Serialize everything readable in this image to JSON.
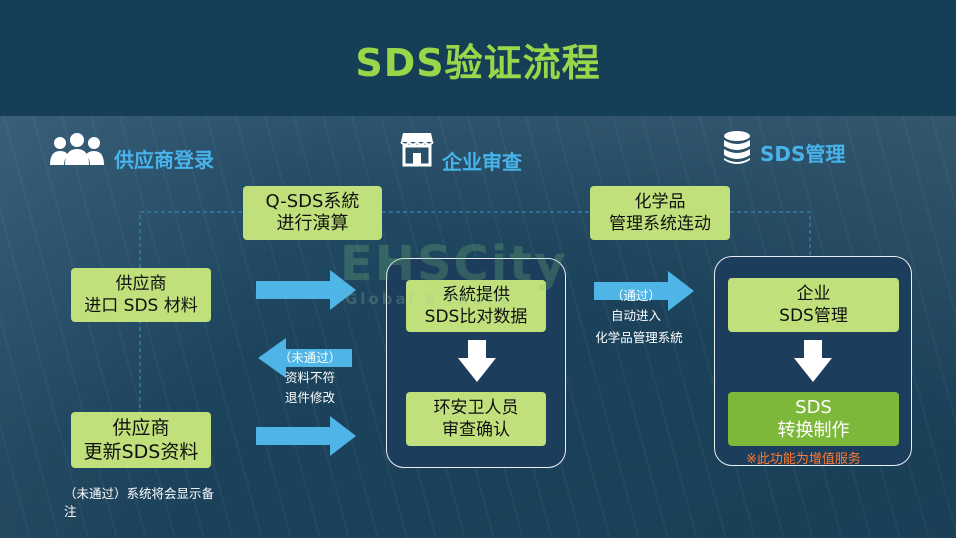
{
  "title": "SDS验证流程",
  "columns": {
    "supplier": "供应商登录",
    "enterprise": "企业审查",
    "sds": "SDS管理"
  },
  "boxes": {
    "qsds_line1": "Q-SDS系統",
    "qsds_line2": "进行演算",
    "chem_line1": "化学品",
    "chem_line2": "管理系统连动",
    "import_line1": "供应商",
    "import_line2": "进口 SDS 材料",
    "update_line1": "供应商",
    "update_line2": "更新SDS资料",
    "compare_line1": "系統提供",
    "compare_line2": "SDS比对数据",
    "review_line1": "环安卫人员",
    "review_line2": "审查确认",
    "mgmt_line1": "企业",
    "mgmt_line2": "SDS管理",
    "convert_line1": "SDS",
    "convert_line2": "转换制作"
  },
  "notes": {
    "pass_line1": "（通过）",
    "pass_line2": "自动进入",
    "pass_line3": "化学品管理系統",
    "fail_line1": "（未通过）",
    "fail_line2": "资料不符",
    "fail_line3": "退件修改",
    "bottom_note_line1": "（未通过）系统将会显示备",
    "bottom_note_line2": "注",
    "value_added": "※此功能为增值服务"
  },
  "watermark": {
    "main": "EHSCity",
    "sub": "Global E     twork"
  },
  "colors": {
    "accent_green": "#9ad64a",
    "box_green": "#bfe07a",
    "box_green_dark": "#7db83a",
    "header_blue": "#48b3ea",
    "arrow_blue": "#4fb4e6",
    "panel_dark": "#1c3d5c",
    "warning_orange": "#ff7a2f"
  },
  "icons": [
    "people-icon",
    "store-icon",
    "database-icon",
    "arrow-right-icon",
    "arrow-left-icon",
    "arrow-down-icon"
  ]
}
